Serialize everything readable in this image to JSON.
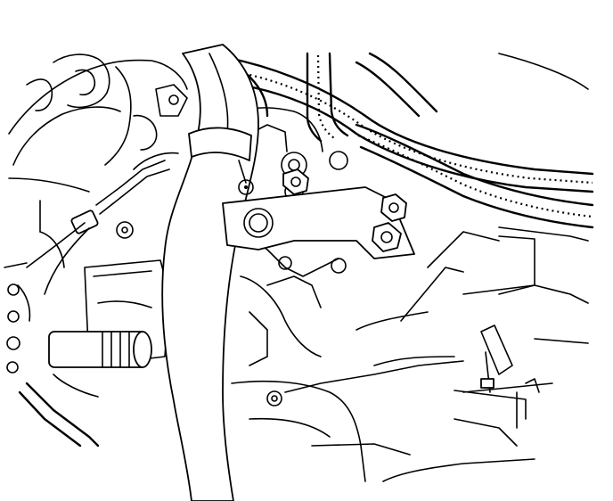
{
  "illustration": {
    "labels": [],
    "colors": {
      "ink": "#000000",
      "paper": "#ffffff"
    },
    "parts": [
      "engine-block",
      "radiator-hose",
      "hose-clamp",
      "wiring-harness-conduit",
      "vertical-conduit",
      "mounting-bracket",
      "bracket-bolts",
      "clutch-slave-cylinder",
      "sensor-connector",
      "right-side-bracket"
    ]
  }
}
